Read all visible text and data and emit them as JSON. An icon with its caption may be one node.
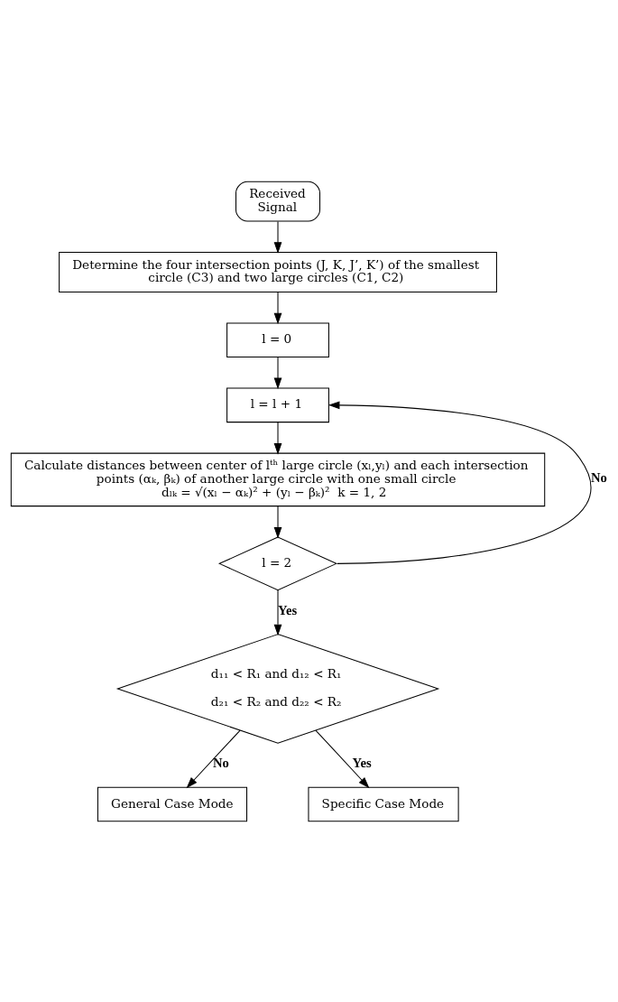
{
  "diagram": {
    "nodes": [
      {
        "text": [
          "Received Signal"
        ]
      },
      {
        "text": [
          "Determine the four intersection points (J, K, J’, K’) of the smallest circle (C3) and two large circles (C1, C2)"
        ]
      },
      {
        "text": [
          "l = 0"
        ]
      },
      {
        "text": [
          "l = l + 1"
        ]
      },
      {
        "text": [
          "Calculate distances between center of lᵗʰ large circle (xₗ,yₗ) and each intersection points (αₖ, βₖ) of another large circle with one small circle",
          "dₗₖ = √(xₗ − αₖ)² + (yₗ − βₖ)²  k = 1, 2"
        ]
      },
      {
        "text": [
          "l = 2"
        ]
      },
      {
        "text": [
          "d₁₁ < R₁ and d₁₂ < R₁",
          "d₂₁ < R₂ and d₂₂ < R₂"
        ]
      },
      {
        "text": [
          "General Case Mode"
        ]
      },
      {
        "text": [
          "Specific Case Mode"
        ]
      }
    ],
    "edges": [
      {
        "from": 0,
        "to": 1,
        "arrow": "to"
      },
      {
        "from": 1,
        "to": 2,
        "arrow": "to"
      },
      {
        "from": 2,
        "to": 3,
        "arrow": "to"
      },
      {
        "from": 3,
        "to": 4,
        "arrow": "to"
      },
      {
        "from": 4,
        "to": 5,
        "arrow": "to"
      },
      {
        "from": 5,
        "to": 3,
        "arrow": "to",
        "label": "No"
      },
      {
        "from": 5,
        "to": 6,
        "arrow": "to",
        "label": "Yes"
      },
      {
        "from": 6,
        "to": 7,
        "arrow": "to",
        "label": "No"
      },
      {
        "from": 6,
        "to": 8,
        "arrow": "to",
        "label": "Yes"
      }
    ]
  }
}
